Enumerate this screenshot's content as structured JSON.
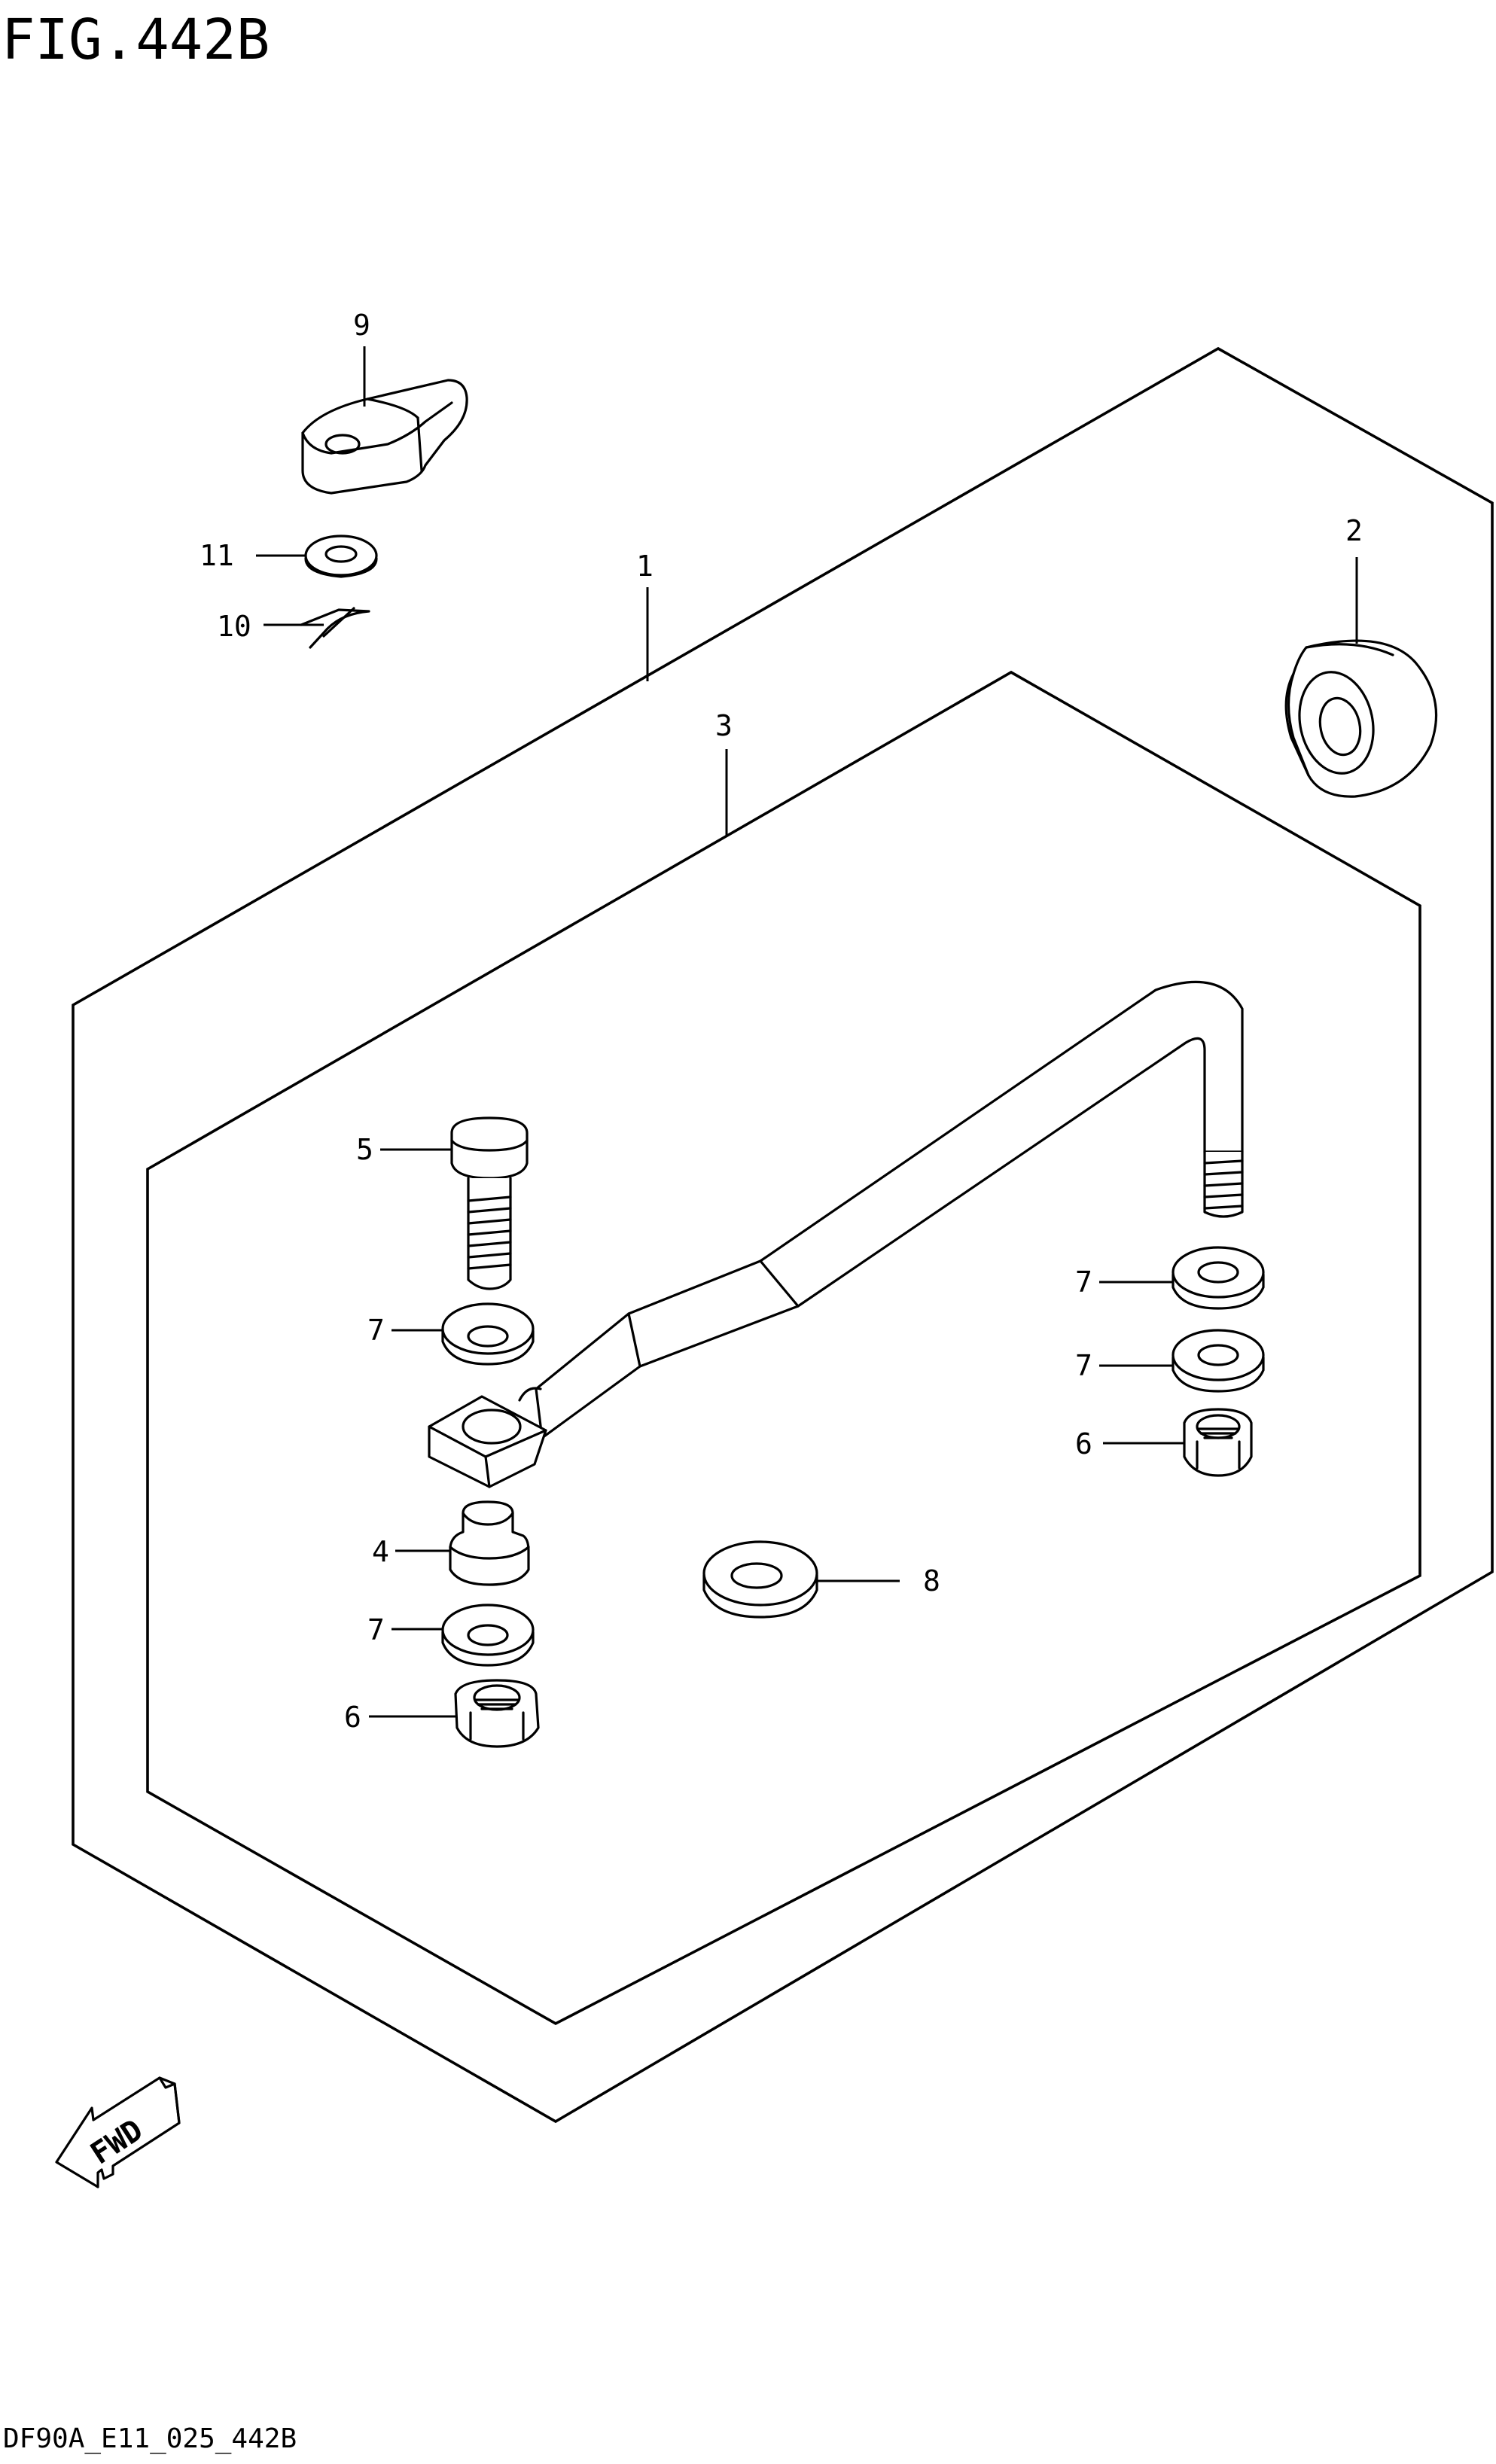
{
  "figure_title": "FIG.442B",
  "footer_code": "DF90A_E11_025_442B",
  "fwd_label": "FWD",
  "callouts": {
    "c1": "1",
    "c2": "2",
    "c3": "3",
    "c4": "4",
    "c5": "5",
    "c6a": "6",
    "c6b": "6",
    "c7a": "7",
    "c7b": "7",
    "c7c": "7",
    "c7d": "7",
    "c8": "8",
    "c9": "9",
    "c10": "10",
    "c11": "11"
  },
  "icons": {
    "fwd_arrow": "fwd-arrow-icon"
  }
}
